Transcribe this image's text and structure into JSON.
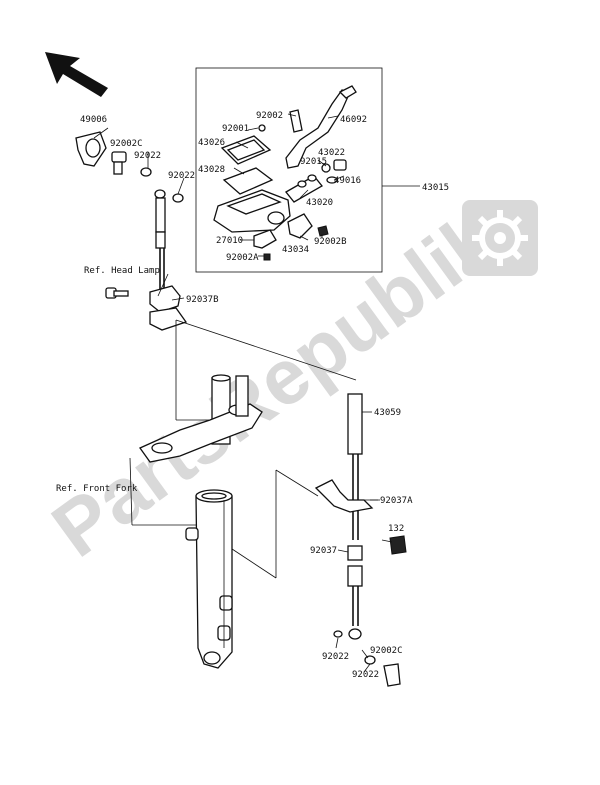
{
  "watermark": "PartsRepublik",
  "labels": {
    "p49006": "49006",
    "p92002C_a": "92002C",
    "p92022_a": "92022",
    "p92002": "92002",
    "p46092": "46092",
    "p92001": "92001",
    "p43026": "43026",
    "p43022": "43022",
    "p92015": "92015",
    "p49016": "49016",
    "p43028": "43028",
    "p92022_b": "92022",
    "p43015": "43015",
    "p43020": "43020",
    "p27010": "27010",
    "p92002B": "92002B",
    "p43034": "43034",
    "p92002A": "92002A",
    "ref_head_lamp": "Ref. Head Lamp",
    "p92037B": "92037B",
    "p43059": "43059",
    "ref_front_fork": "Ref. Front Fork",
    "p92037A": "92037A",
    "p132": "132",
    "p92037": "92037",
    "p92022_c": "92022",
    "p92002C_b": "92002C",
    "p92022_d": "92022"
  }
}
